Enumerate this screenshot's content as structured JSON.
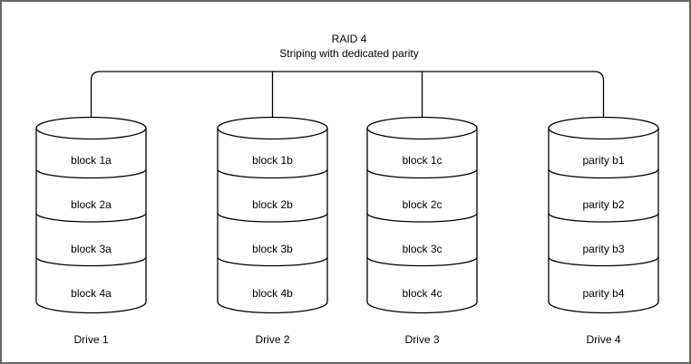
{
  "diagram": {
    "title": "RAID 4",
    "subtitle": "Striping with dedicated parity"
  },
  "drives": [
    {
      "label": "Drive 1",
      "blocks": [
        "block 1a",
        "block 2a",
        "block 3a",
        "block 4a"
      ]
    },
    {
      "label": "Drive 2",
      "blocks": [
        "block 1b",
        "block 2b",
        "block 3b",
        "block 4b"
      ]
    },
    {
      "label": "Drive 3",
      "blocks": [
        "block 1c",
        "block 2c",
        "block 3c",
        "block 4c"
      ]
    },
    {
      "label": "Drive 4",
      "blocks": [
        "parity b1",
        "parity b2",
        "parity b3",
        "parity b4"
      ]
    }
  ],
  "colors": {
    "line": "#000000",
    "text": "#000000",
    "frame": "#666666",
    "shape_fill": "#ffffff"
  }
}
